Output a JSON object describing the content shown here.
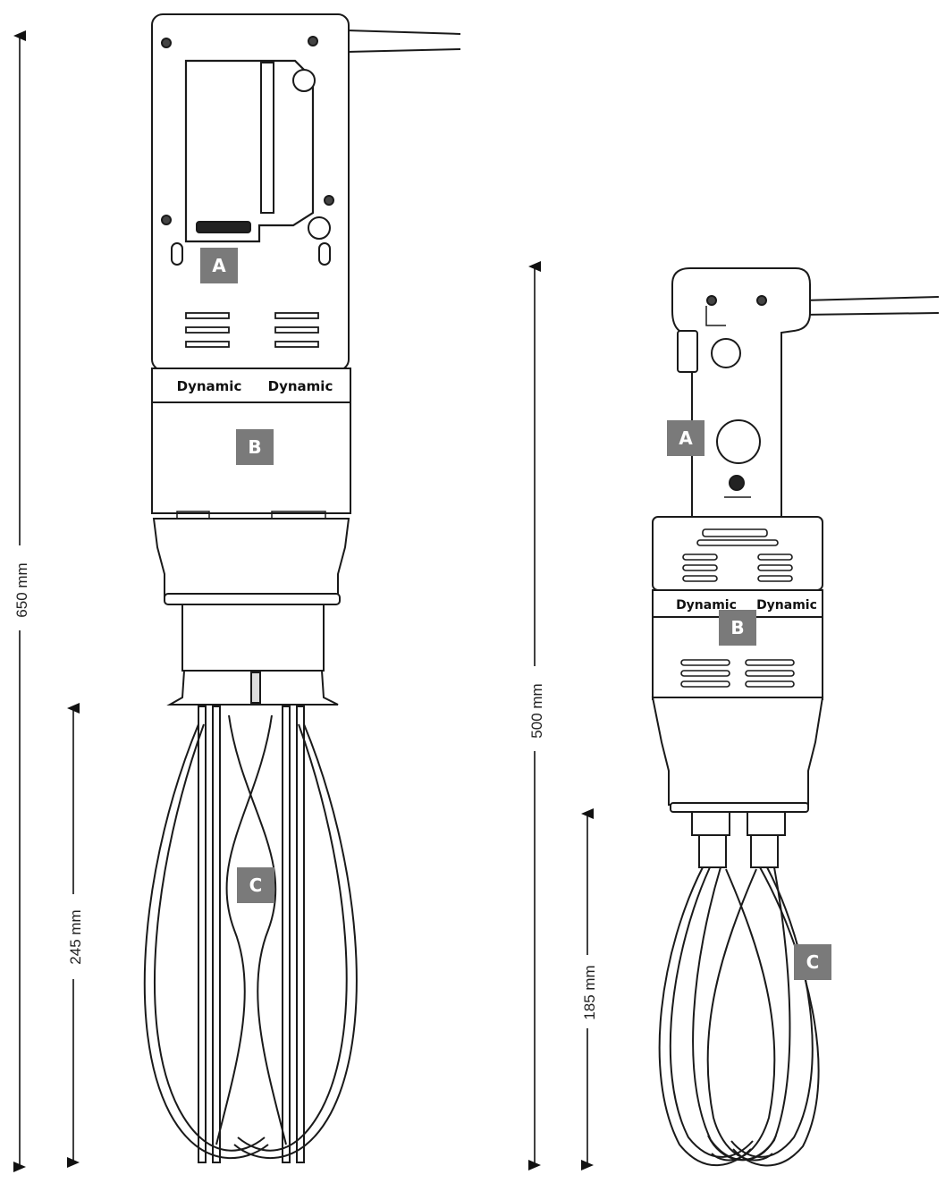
{
  "dimensions": {
    "left_total": "650 mm",
    "left_whisk": "245 mm",
    "right_total": "500 mm",
    "right_whisk": "185 mm"
  },
  "labels": {
    "a": "A",
    "b": "B",
    "c": "C"
  },
  "brand": "Dynamic",
  "colors": {
    "outline": "#1a1a1a",
    "label_box": "#7a7a7a",
    "label_text": "#ffffff"
  }
}
